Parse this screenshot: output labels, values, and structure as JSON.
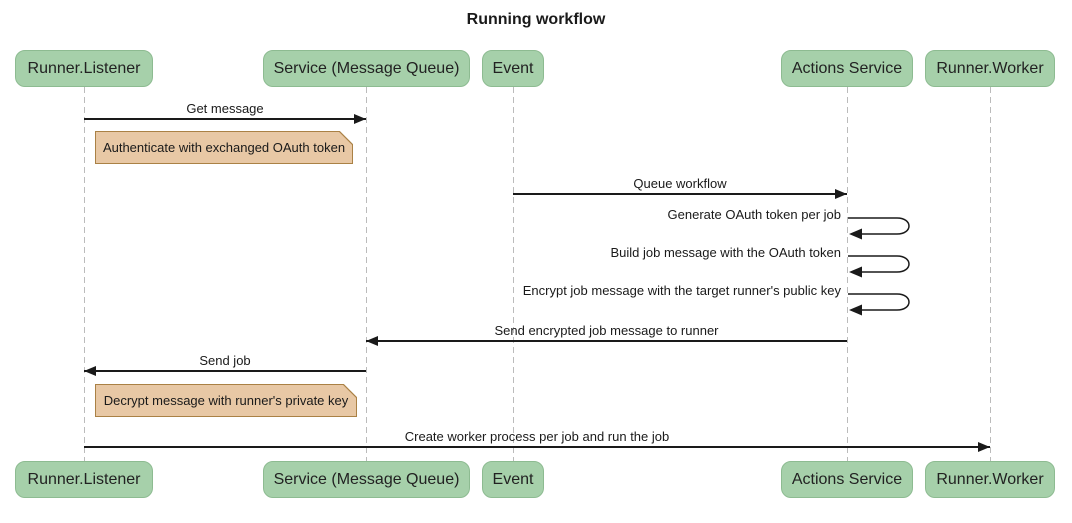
{
  "title": "Running workflow",
  "diagram_type_label": "sequence diagram",
  "participants": [
    {
      "id": "runner-listener",
      "label": "Runner.Listener"
    },
    {
      "id": "service-message-queue",
      "label": "Service (Message Queue)"
    },
    {
      "id": "event",
      "label": "Event"
    },
    {
      "id": "actions-service",
      "label": "Actions Service"
    },
    {
      "id": "runner-worker",
      "label": "Runner.Worker"
    }
  ],
  "messages": {
    "get_message": {
      "label": "Get message",
      "from": "Runner.Listener",
      "to": "Service (Message Queue)"
    },
    "queue_workflow": {
      "label": "Queue workflow",
      "from": "Event",
      "to": "Actions Service"
    },
    "generate_token": {
      "label": "Generate OAuth token per job",
      "from": "Actions Service",
      "to": "Actions Service"
    },
    "build_job_message": {
      "label": "Build job message with the OAuth token",
      "from": "Actions Service",
      "to": "Actions Service"
    },
    "encrypt_job_message": {
      "label": "Encrypt job message with the target runner's public key",
      "from": "Actions Service",
      "to": "Actions Service"
    },
    "send_encrypted": {
      "label": "Send encrypted job message to runner",
      "from": "Actions Service",
      "to": "Service (Message Queue)"
    },
    "send_job": {
      "label": "Send job",
      "from": "Service (Message Queue)",
      "to": "Runner.Listener"
    },
    "create_worker": {
      "label": "Create worker process per job and run the job",
      "from": "Runner.Listener",
      "to": "Runner.Worker"
    }
  },
  "notes": {
    "authenticate": {
      "text": "Authenticate with exchanged OAuth token",
      "anchor": "Runner.Listener"
    },
    "decrypt": {
      "text": "Decrypt message with runner's private key",
      "anchor": "Runner.Listener"
    }
  },
  "colors": {
    "actor-fill": "#a6d0aa",
    "actor-border": "#8dbb91",
    "note-fill": "#e8c8a5",
    "note-border": "#aa8145",
    "line": "#1a1a1a",
    "lifeline": "#bbbbbb",
    "text": "#1a1a1a"
  }
}
